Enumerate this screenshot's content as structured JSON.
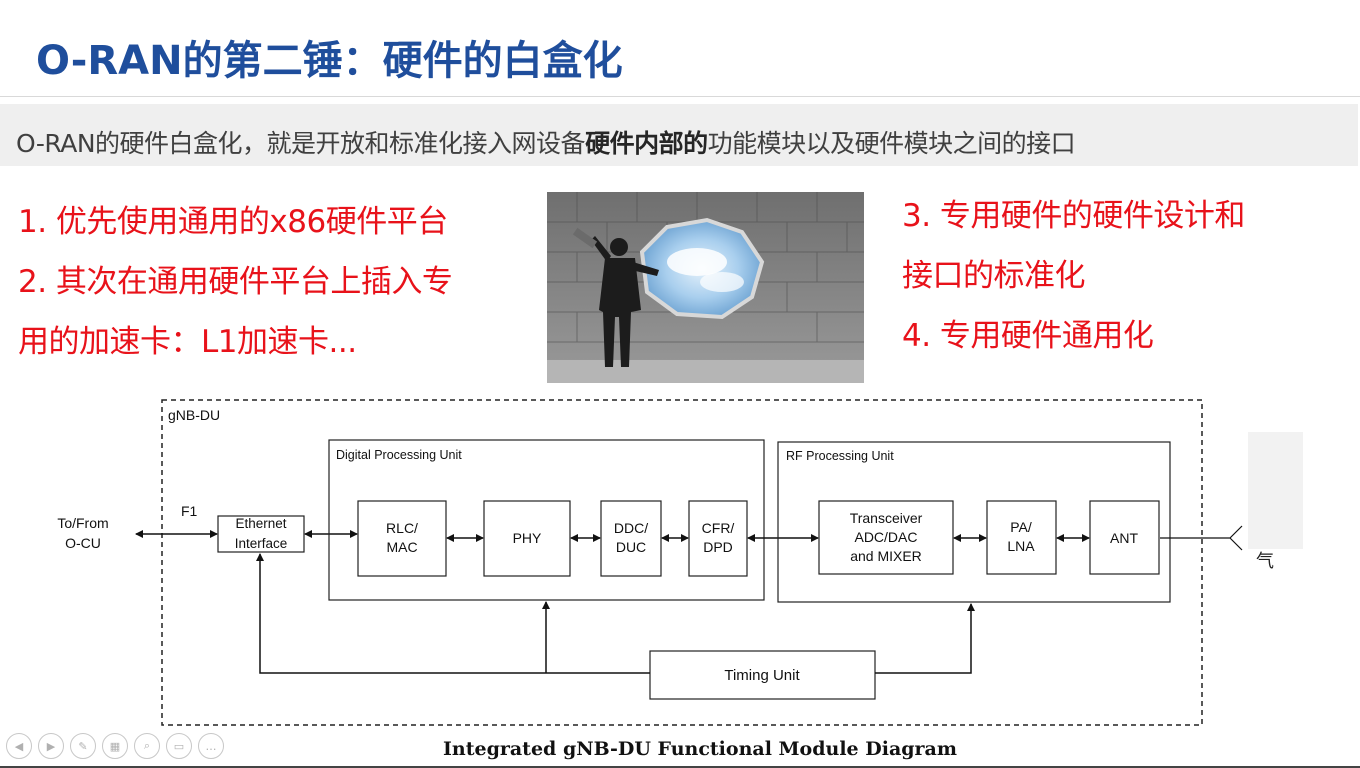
{
  "title": "O-RAN的第二锤：硬件的白盒化",
  "subtitle": {
    "prefix": "O-RAN的硬件白盒化，就是开放和标准化接入网设备",
    "bold": "硬件内部的",
    "suffix": "功能模块以及硬件模块之间的接口"
  },
  "left_list": [
    "1.  优先使用通用的x86硬件平台",
    "2.  其次在通用硬件平台上插入专",
    "     用的加速卡：L1加速卡..."
  ],
  "right_list": [
    "3. 专用硬件的硬件设计和",
    "接口的标准化",
    "4. 专用硬件通用化"
  ],
  "diagram": {
    "outer_label": "gNB-DU",
    "to_from_1": "To/From",
    "to_from_2": "O-CU",
    "f1": "F1",
    "ethernet_1": "Ethernet",
    "ethernet_2": "Interface",
    "dpu_label": "Digital Processing Unit",
    "rlc_1": "RLC/",
    "rlc_2": "MAC",
    "phy": "PHY",
    "ddc_1": "DDC/",
    "ddc_2": "DUC",
    "cfr_1": "CFR/",
    "cfr_2": "DPD",
    "rfpu_label": "RF Processing Unit",
    "trx_1": "Transceiver",
    "trx_2": "ADC/DAC",
    "trx_3": "and MIXER",
    "pa_1": "PA/",
    "pa_2": "LNA",
    "ant": "ANT",
    "timing": "Timing Unit"
  },
  "caption": "Integrated gNB-DU Functional Module Diagram",
  "partial_char": "气",
  "icons": [
    "prev-icon",
    "next-icon",
    "pen-icon",
    "slides-icon",
    "zoom-icon",
    "screen-icon",
    "more-icon"
  ]
}
